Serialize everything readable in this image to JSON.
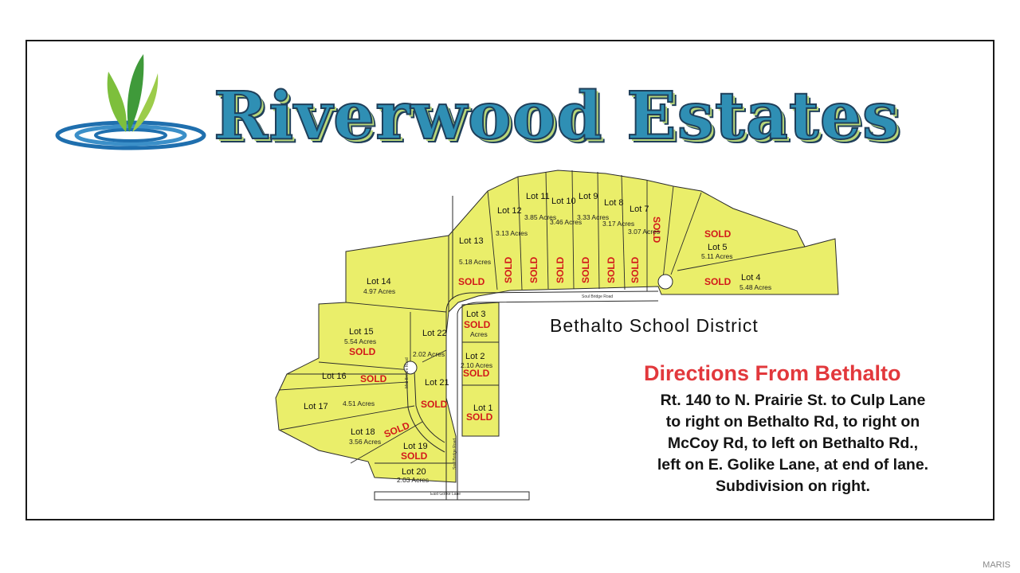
{
  "title": "Riverwood Estates",
  "district": "Bethalto School District",
  "directions": {
    "heading": "Directions From Bethalto",
    "lines": [
      "Rt. 140 to N. Prairie St. to Culp Lane",
      "to right on Bethalto Rd, to right on",
      "McCoy Rd, to left on Bethalto Rd.,",
      "left on E. Golike Lane, at end of lane.",
      "Subdivision on right."
    ]
  },
  "roads": {
    "main": "Soul Bridge Road",
    "cul_de_sac": "Mist Bream Road",
    "south": "Soul Bridge Road",
    "bottom": "East Golike Lane"
  },
  "sold_text": "SOLD",
  "sold_vertical": "SOLD",
  "lots": [
    {
      "label": "Lot 1",
      "acres": "",
      "status": "SOLD"
    },
    {
      "label": "Lot 2",
      "acres": "2.10 Acres",
      "status": "SOLD"
    },
    {
      "label": "Lot 3",
      "acres": "Acres",
      "status": "SOLD"
    },
    {
      "label": "Lot 4",
      "acres": "5.48 Acres",
      "status": "SOLD"
    },
    {
      "label": "Lot 5",
      "acres": "5.11 Acres",
      "status": "SOLD"
    },
    {
      "label": "Lot 7",
      "acres": "3.07 Acres",
      "status": "SOLD"
    },
    {
      "label": "Lot 8",
      "acres": "3.17 Acres",
      "status": "SOLD"
    },
    {
      "label": "Lot 9",
      "acres": "3.33 Acres",
      "status": "SOLD"
    },
    {
      "label": "Lot 10",
      "acres": "3.46 Acres",
      "status": "SOLD"
    },
    {
      "label": "Lot 11",
      "acres": "3.85 Acres",
      "status": "SOLD"
    },
    {
      "label": "Lot 12",
      "acres": "3.13 Acres",
      "status": "SOLD"
    },
    {
      "label": "Lot 13",
      "acres": "5.18 Acres",
      "status": "SOLD"
    },
    {
      "label": "Lot 14",
      "acres": "4.97 Acres",
      "status": ""
    },
    {
      "label": "Lot 15",
      "acres": "5.54 Acres",
      "status": "SOLD"
    },
    {
      "label": "Lot 16",
      "acres": "",
      "status": "SOLD"
    },
    {
      "label": "Lot 17",
      "acres": "4.51 Acres",
      "status": ""
    },
    {
      "label": "Lot 18",
      "acres": "3.56 Acres",
      "status": "SOLD"
    },
    {
      "label": "Lot 19",
      "acres": "",
      "status": "SOLD"
    },
    {
      "label": "Lot 20",
      "acres": "2.03 Acres",
      "status": ""
    },
    {
      "label": "Lot 21",
      "acres": "",
      "status": "SOLD"
    },
    {
      "label": "Lot 22",
      "acres": "2.02 Acres",
      "status": ""
    }
  ],
  "watermark": "MARIS",
  "colors": {
    "parcel": "#eaee6a",
    "sold": "#d21a1a",
    "title": "#2f8fb4",
    "heading": "#e2383c"
  }
}
